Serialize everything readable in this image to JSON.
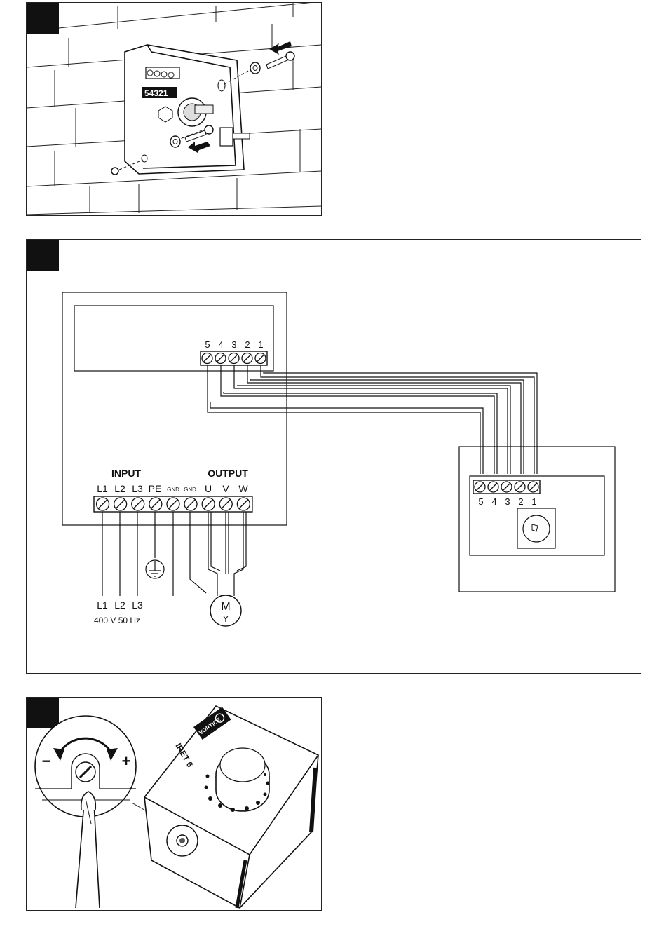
{
  "panel1": {
    "terminal_digits": [
      "5",
      "4",
      "3",
      "2",
      "1"
    ]
  },
  "panel2": {
    "inverter_terminals": [
      "5",
      "4",
      "3",
      "2",
      "1"
    ],
    "input_heading": "INPUT",
    "output_heading": "OUTPUT",
    "power_terminals": [
      "L1",
      "L2",
      "L3",
      "PE",
      "GND",
      "GND",
      "U",
      "V",
      "W"
    ],
    "supply_lines": [
      "L1",
      "L2",
      "L3"
    ],
    "supply_rating": "400 V 50 Hz",
    "motor_letter": "M",
    "motor_star": "Y",
    "remote_terminals": [
      "5",
      "4",
      "3",
      "2",
      "1"
    ]
  },
  "panel3": {
    "brand": "VORTICE",
    "model": "IRET 6",
    "minus_sign": "−",
    "plus_sign": "+"
  }
}
